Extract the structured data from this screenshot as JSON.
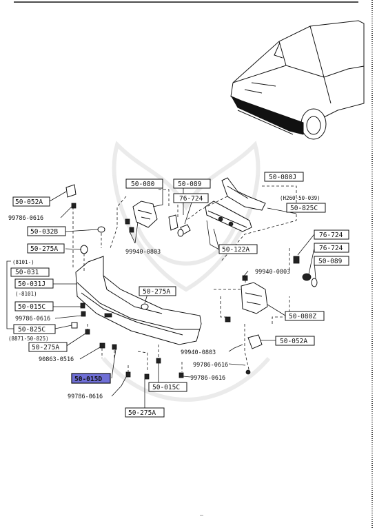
{
  "callouts": {
    "c_50_052A_left": "50-052A",
    "c_50_080": "50-080",
    "c_50_089_top": "50-089",
    "c_50_080J": "50-080J",
    "c_76_724_top": "76-724",
    "c_50_825C_right": "50-825C",
    "c_50_032B": "50-032B",
    "c_50_275A_left": "50-275A",
    "c_50_122A": "50-122A",
    "c_76_724_r1": "76-724",
    "c_76_724_r2": "76-724",
    "c_50_089_right": "50-089",
    "c_50_031": "50-031",
    "c_50_031J": "50-031J",
    "c_50_275A_mid": "50-275A",
    "c_50_015C_left": "50-015C",
    "c_50_825C_left": "50-825C",
    "c_50_080Z": "50-080Z",
    "c_50_275A_bottomleft": "50-275A",
    "c_50_052A_right": "50-052A",
    "c_50_015D": "50-015D",
    "c_50_015C_bottom": "50-015C",
    "c_50_275A_bottom": "50-275A"
  },
  "notes": {
    "n_8101_from": "(8101-)",
    "n_8101_to": "(-8101)",
    "n_8871": "(8871-50-825)",
    "n_h260": "(H260-50-039)"
  },
  "part_numbers": {
    "p_99786_0616_a": "99786-0616",
    "p_99940_0803_a": "99940-0803",
    "p_99940_0803_b": "99940-0803",
    "p_99786_0616_b": "99786-0616",
    "p_90863_0516": "90863-0516",
    "p_99940_0803_c": "99940-0803",
    "p_99786_0616_c": "99786-0616",
    "p_99786_0616_d": "99786-0616",
    "p_99786_0616_e": "99786-0616"
  },
  "colors": {
    "highlight": "#6f6fd6",
    "ink": "#111111"
  }
}
